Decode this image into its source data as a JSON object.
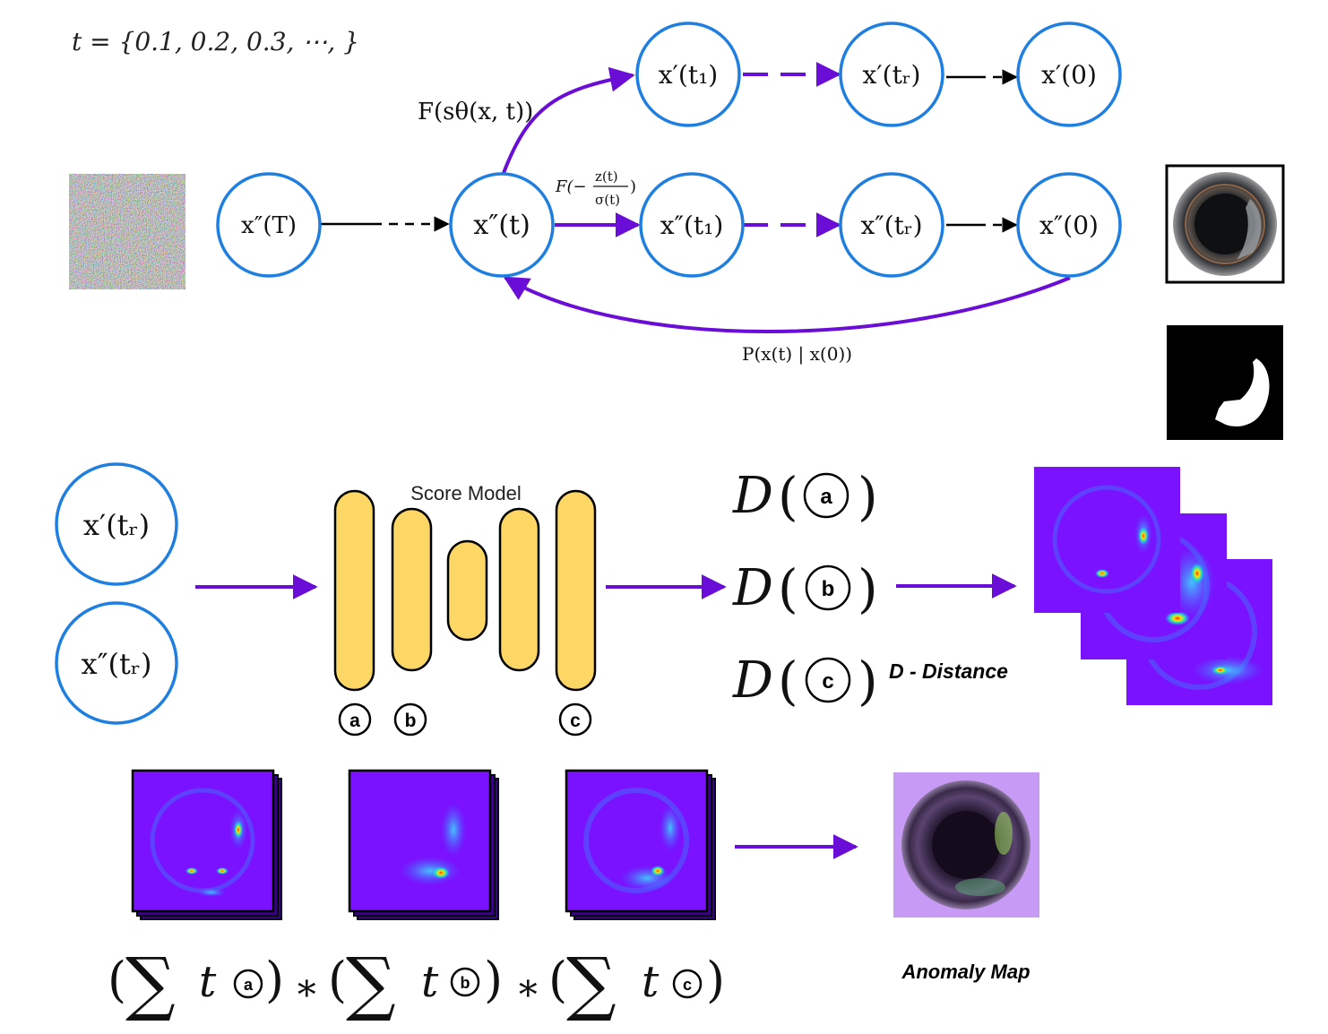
{
  "top": {
    "t_set": "t = {0.1, 0.2, 0.3, ⋯, }",
    "label_F_score": "F(sθ(x, t))",
    "label_F_prefix": "F(−",
    "label_F_num": "z(t)",
    "label_F_den": "σ(t)",
    "label_F_suffix": ")",
    "label_P": "P(x(t) | x(0))",
    "nodes": {
      "xT": "x″(T)",
      "xt": "x″(t)",
      "xp_t1": "x′(t₁)",
      "xp_tr": "x′(tᵣ)",
      "xp_0": "x′(0)",
      "xpp_t1": "x″(t₁)",
      "xpp_tr": "x″(tᵣ)",
      "xpp_0": "x″(0)"
    }
  },
  "middle": {
    "inputs": [
      "x′(tᵣ)",
      "x″(tᵣ)"
    ],
    "score_model_title": "Score Model",
    "layer_markers": [
      "a",
      "b",
      "c"
    ],
    "distances": [
      {
        "func": "D",
        "marker": "a"
      },
      {
        "func": "D",
        "marker": "b"
      },
      {
        "func": "D",
        "marker": "c"
      }
    ],
    "distance_note": "D  - Distance"
  },
  "bottom": {
    "formula": [
      {
        "sym": "∑",
        "var": "t",
        "marker": "a"
      },
      {
        "sym": "∑",
        "var": "t",
        "marker": "b"
      },
      {
        "sym": "∑",
        "var": "t",
        "marker": "c"
      }
    ],
    "operator": "∗",
    "anomaly_label": "Anomaly Map"
  },
  "colors": {
    "node_stroke": "#1f7fe0",
    "purple": "#6a0dd6",
    "layer_fill": "#fcd765",
    "heatmap_bg": "#7a12ff"
  }
}
